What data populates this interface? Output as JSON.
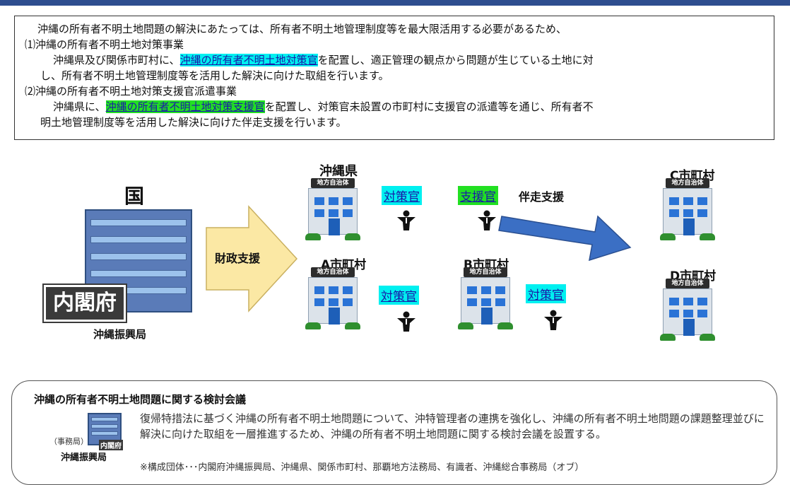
{
  "intro": {
    "line1": "沖縄の所有者不明土地問題の解決にあたっては、所有者不明土地管理制度等を最大限活用する必要があるため、",
    "item1_title": "⑴沖縄の所有者不明土地対策事業",
    "item1_pre": "沖縄県及び関係市町村に、",
    "item1_highlight": "沖縄の所有者不明土地対策官",
    "item1_post": "を配置し、適正管理の観点から問題が生じている土地に対",
    "item1_cont": "し、所有者不明土地管理制度等を活用した解決に向けた取組を行います。",
    "item2_title": "⑵沖縄の所有者不明土地対策支援官派遣事業",
    "item2_pre": "沖縄県に、",
    "item2_highlight": "沖縄の所有者不明土地対策支援官",
    "item2_post": "を配置し、対策官未設置の市町村に支援官の派遣等を通じ、所有者不",
    "item2_cont": "明土地管理制度等を活用した解決に向けた伴走支援を行います。"
  },
  "diagram": {
    "national_label": "国",
    "cabinet_office_label": "内閣府",
    "okinawa_bureau_label": "沖縄振興局",
    "fiscal_support_label": "財政支援",
    "prefecture_label": "沖縄県",
    "muni_sign": "地方自治体",
    "countermeasure_officer": "対策官",
    "support_officer": "支援官",
    "accompany_support": "伴走支援",
    "a_city": "A市町村",
    "b_city": "B市町村",
    "c_city": "C市町村",
    "d_city": "D市町村"
  },
  "council": {
    "title": "沖縄の所有者不明土地問題に関する検討会議",
    "secretariat_label": "（事務局）",
    "cabinet_label": "内閣府",
    "bureau_label": "沖縄振興局",
    "text": "復帰特措法に基づく沖縄の所有者不明土地問題について、沖特管理者の連携を強化し、沖縄の所有者不明土地問題の課題整理並びに解決に向けた取組を一層推進するため、沖縄の所有者不明土地問題に関する検討会議を設置する。",
    "note": "※構成団体･･･内閣府沖縄振興局、沖縄県、関係市町村、那覇地方法務局、有識者、沖縄総合事務局（オブ）"
  },
  "colors": {
    "cyan_highlight": "#00f0f0",
    "green_highlight": "#22e022",
    "arrow_blue": "#3b6fc4",
    "arrow_yellow": "#fbe8a4"
  }
}
